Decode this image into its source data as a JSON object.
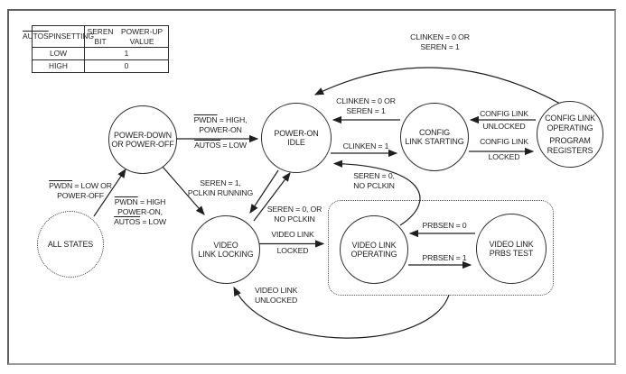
{
  "colors": {
    "ink": "#1f1f1f",
    "frame_border": "#8c8c8c",
    "background": "#ffffff"
  },
  "table": {
    "col1_header": [
      [
        {
          "t": "AUTOS",
          "ov": true
        },
        {
          "t": " PIN"
        }
      ],
      [
        {
          "t": "SETTING"
        }
      ]
    ],
    "col2_header": [
      [
        {
          "t": "SEREN BIT"
        }
      ],
      [
        {
          "t": "POWER-UP VALUE"
        }
      ]
    ],
    "rows": [
      {
        "setting": "LOW",
        "value": "1"
      },
      {
        "setting": "HIGH",
        "value": "0"
      }
    ]
  },
  "states": {
    "power_down": "POWER-DOWN\nOR POWER-OFF",
    "power_on_idle": "POWER-ON\nIDLE",
    "config_link_starting": "CONFIG\nLINK STARTING",
    "config_link_operating_1": "CONFIG LINK\nOPERATING",
    "config_link_operating_2": "PROGRAM\nREGISTERS",
    "all_states": "ALL STATES",
    "video_link_locking": "VIDEO\nLINK LOCKING",
    "video_link_operating": "VIDEO LINK\nOPERATING",
    "video_link_prbs": "VIDEO LINK\nPRBS TEST"
  },
  "transitions": {
    "all_to_powerdown": [
      [
        {
          "t": "PWDN",
          "ov": true
        },
        {
          "t": " = LOW OR"
        }
      ],
      [
        {
          "t": "POWER-OFF"
        }
      ]
    ],
    "powerdown_to_idle_above": [
      [
        {
          "t": "PWDN",
          "ov": true
        },
        {
          "t": " = HIGH,"
        }
      ],
      [
        {
          "t": "POWER-ON"
        }
      ]
    ],
    "powerdown_to_idle_below": [
      [
        {
          "t": "AUTOS",
          "ov": true
        },
        {
          "t": " = LOW"
        }
      ]
    ],
    "powerdown_to_locking": [
      [
        {
          "t": "PWDN",
          "ov": true
        },
        {
          "t": " = HIGH"
        }
      ],
      [
        {
          "t": "POWER-ON,"
        }
      ],
      [
        {
          "t": "AUTOS",
          "ov": true
        },
        {
          "t": " = LOW"
        }
      ]
    ],
    "idle_to_locking": [
      [
        {
          "t": "SEREN = 1,"
        }
      ],
      [
        {
          "t": "PCLKIN RUNNING"
        }
      ]
    ],
    "locking_to_idle": [
      [
        {
          "t": "SEREN = 0, OR"
        }
      ],
      [
        {
          "t": "NO PCLKIN"
        }
      ]
    ],
    "starting_to_idle": [
      [
        {
          "t": "CLINKEN = 0 OR"
        }
      ],
      [
        {
          "t": "SEREN = 1"
        }
      ]
    ],
    "idle_to_starting": [
      [
        {
          "t": "CLINKEN = 1"
        }
      ]
    ],
    "operating_to_idle_curve": [
      [
        {
          "t": "CLINKEN = 0 OR"
        }
      ],
      [
        {
          "t": "SEREN = 1"
        }
      ]
    ],
    "operating_to_starting_above": [
      [
        {
          "t": "CONFIG LINK"
        }
      ]
    ],
    "operating_to_starting_below": [
      [
        {
          "t": "UNLOCKED"
        }
      ]
    ],
    "starting_to_operating_above": [
      [
        {
          "t": "CONFIG LINK"
        }
      ]
    ],
    "starting_to_operating_below": [
      [
        {
          "t": "LOCKED"
        }
      ]
    ],
    "operating_video_to_idle": [
      [
        {
          "t": "SEREN = 0,"
        }
      ],
      [
        {
          "t": "NO PCLKIN"
        }
      ]
    ],
    "locking_to_operating_above": [
      [
        {
          "t": "VIDEO LINK"
        }
      ]
    ],
    "locking_to_operating_below": [
      [
        {
          "t": "LOCKED"
        }
      ]
    ],
    "video_unlocked": [
      [
        {
          "t": "VIDEO LINK"
        }
      ],
      [
        {
          "t": "UNLOCKED"
        }
      ]
    ],
    "prbs_to_operating": [
      [
        {
          "t": "PRBSEN = 0"
        }
      ]
    ],
    "operating_to_prbs": [
      [
        {
          "t": "PRBSEN = 1"
        }
      ]
    ]
  }
}
